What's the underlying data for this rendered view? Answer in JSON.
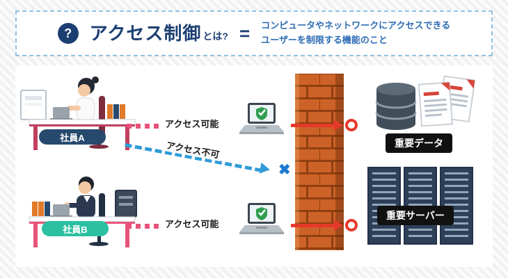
{
  "header": {
    "badge": "?",
    "title": "アクセス制御",
    "suffix": "とは?",
    "equals": "=",
    "desc1": "コンピュータやネットワークにアクセスできる",
    "desc2": "ユーザーを制限する機能のこと"
  },
  "diagram": {
    "employee_a": "社員A",
    "employee_b": "社員B",
    "access_ok_a": "アクセス可能",
    "access_ok_b": "アクセス可能",
    "access_denied": "アクセス不可",
    "denied_mark": "✖",
    "important_data": "重要データ",
    "important_server": "重要サーバー"
  },
  "colors": {
    "navy": "#1c3f72",
    "description_blue": "#2d6cb3",
    "pink_dots": "#e8517a",
    "denied_arrow_blue": "#2f9bd8",
    "allowed_arrow_red": "#e6392b",
    "employee_a_pill": "#27496d",
    "employee_b_pill": "#2cc0a2",
    "brick_orange": "#cd6228",
    "target_pill_black": "#111111"
  }
}
